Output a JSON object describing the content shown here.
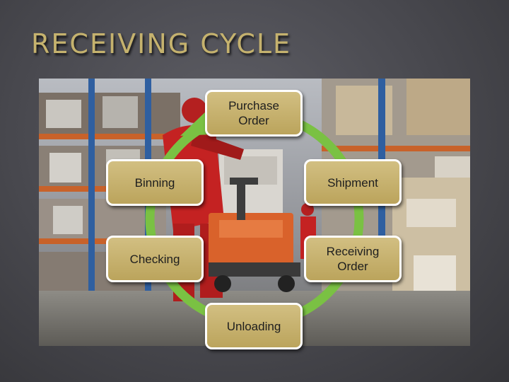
{
  "slide": {
    "title": "RECEIVING CYCLE"
  },
  "photo": {
    "subject": "warehouse-worker-with-pallet-jack"
  },
  "cycle": {
    "arrow_color": "#7ac143",
    "box_color": "#c9b470",
    "steps": [
      {
        "label": "Purchase\nOrder"
      },
      {
        "label": "Shipment"
      },
      {
        "label": "Receiving\nOrder"
      },
      {
        "label": "Unloading"
      },
      {
        "label": "Checking"
      },
      {
        "label": "Binning"
      }
    ]
  }
}
